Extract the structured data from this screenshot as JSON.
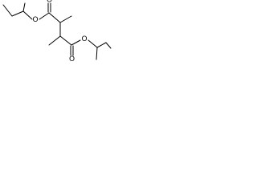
{
  "molecule": {
    "atoms": {
      "o_ester_1": "O",
      "o_carbonyl_1": "O",
      "o_ester_2": "O",
      "o_carbonyl_2": "O"
    }
  }
}
